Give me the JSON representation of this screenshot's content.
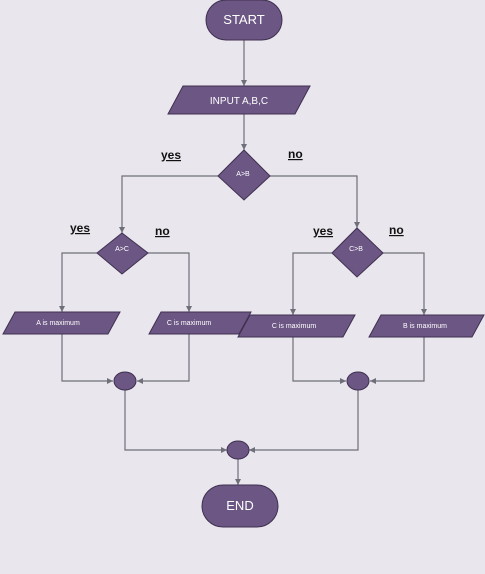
{
  "diagram": {
    "start_label": "START",
    "input_label": "INPUT A,B,C",
    "decision_ab_label": "A>B",
    "decision_ac_label": "A>C",
    "decision_cb_label": "C>B",
    "output_a_label": "A is maximum",
    "output_c_left_label": "C is maximum",
    "output_c_right_label": "C is maximum",
    "output_b_label": "B is maximum",
    "end_label": "END",
    "branch_labels": {
      "ab_yes": "yes",
      "ab_no": "no",
      "ac_yes": "yes",
      "ac_no": "no",
      "cb_yes": "yes",
      "cb_no": "no"
    }
  },
  "colors": {
    "node_fill": "#6c5684",
    "node_stroke": "#3f3050",
    "edge": "#6f6f7a",
    "background": "#e9e7ed"
  }
}
